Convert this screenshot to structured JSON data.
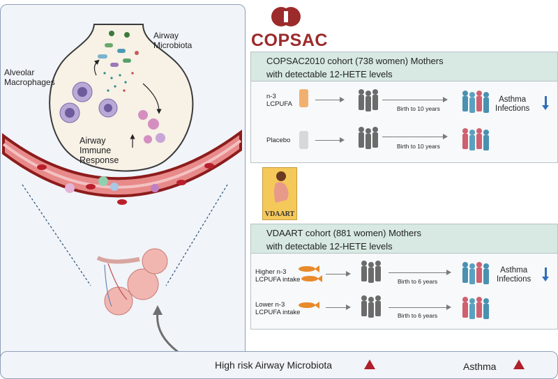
{
  "left": {
    "microbiota_label": "Airway\nMicrobiota",
    "macrophage_label": "Alveolar\nMacrophages",
    "immune_label": "Airway\nImmune\nResponse"
  },
  "copsac": {
    "logo_text": "COPSAC",
    "header": "COPSAC2010 cohort (738 women) Mothers\nwith detectable 12-HETE levels",
    "row1_label": "n-3\nLCPUFA",
    "row2_label": "Placebo",
    "timeline": "Birth to 10 years",
    "outcome": "Asthma\nInfections"
  },
  "vdaart": {
    "logo_text": "VDAART",
    "header": "VDAART cohort (881 women) Mothers\nwith detectable 12-HETE levels",
    "row1_label": "Higher n-3\nLCPUFA intake",
    "row2_label": "Lower n-3\nLCPUFA intake",
    "timeline": "Birth to 6 years",
    "outcome": "Asthma\nInfections"
  },
  "bottom": {
    "text1": "High risk Airway Microbiota",
    "text2": "Asthma"
  },
  "colors": {
    "accent_red": "#b01f2a",
    "down_arrow": "#2e6fb7",
    "header_bg": "#d7e9e2"
  }
}
